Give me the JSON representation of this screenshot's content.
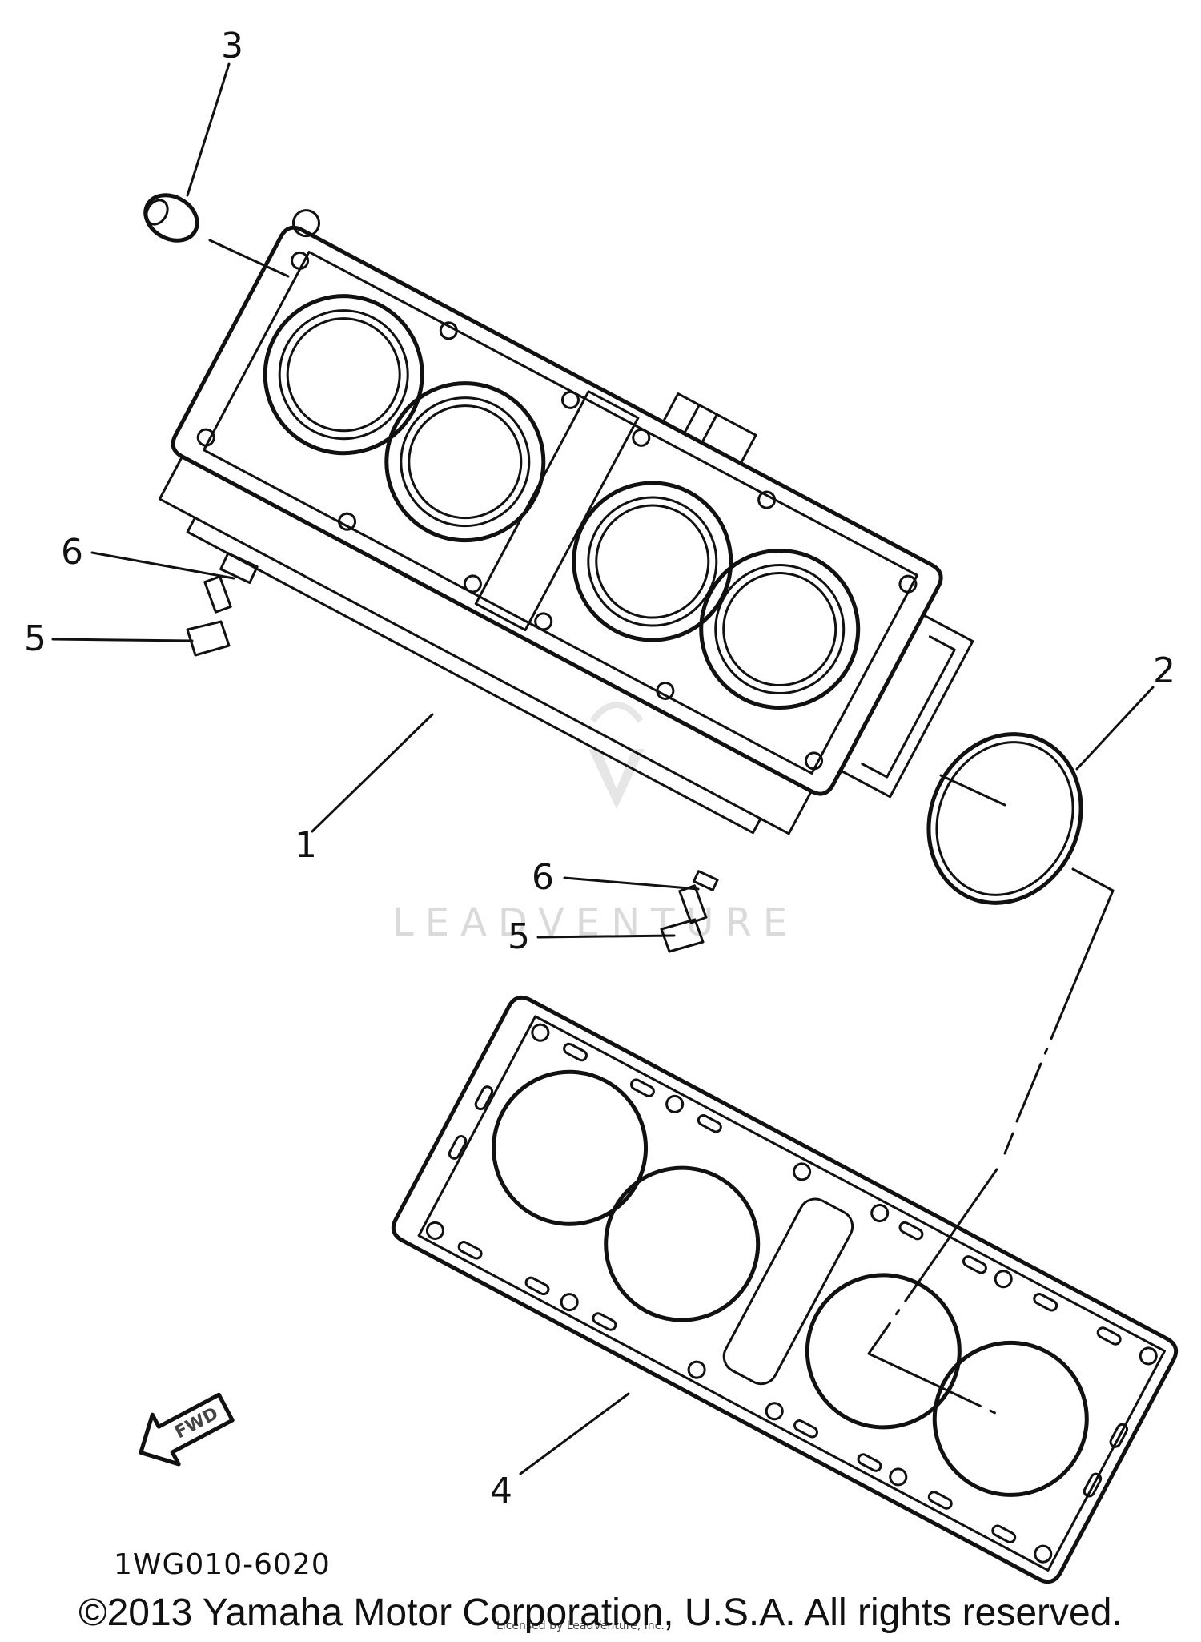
{
  "callouts": {
    "c1": "1",
    "c2": "2",
    "c3": "3",
    "c4": "4",
    "c5a": "5",
    "c5b": "5",
    "c6a": "6",
    "c6b": "6"
  },
  "diagram_code": "1WG010-6020",
  "fwd_label": "FWD",
  "watermark": "LEADVENTURE",
  "provider_note": "Licensed by LeadVenture, Inc.",
  "copyright": "©2013 Yamaha Motor Corporation, U.S.A. All rights reserved."
}
